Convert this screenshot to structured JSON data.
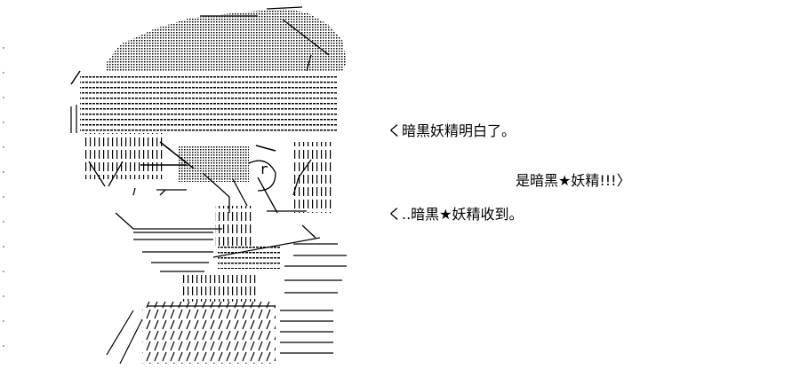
{
  "dialogue": {
    "line1": "く暗黒妖精明白了。",
    "line2": "是暗黑★妖精!!!〉",
    "line3": "く..暗黒★妖精收到。"
  }
}
